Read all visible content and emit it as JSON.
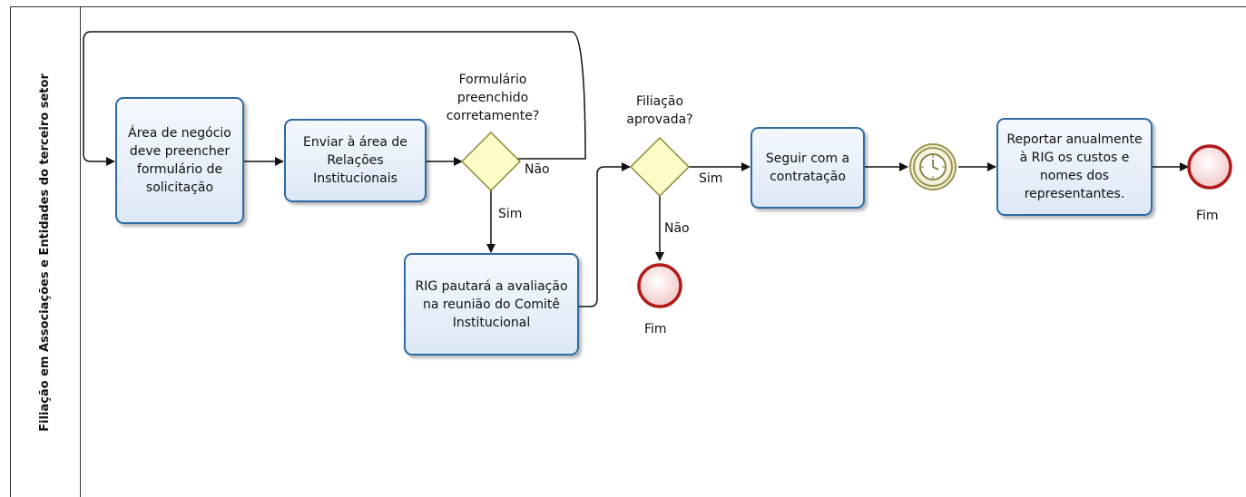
{
  "lane": {
    "label": "Filiação em Associações e Entidades do terceiro setor"
  },
  "tasks": {
    "area_negocio": "Área de negócio deve preencher formulário de solicitação",
    "enviar": "Enviar à área de Relações Institucionais",
    "rig_pautara": "RIG pautará a avaliação na reunião do Comitê Institucional",
    "seguir": "Seguir com a contratação",
    "reportar": "Reportar anualmente à RIG os custos e nomes dos representantes."
  },
  "gateways": {
    "formulario": {
      "question": "Formulário preenchido corretamente?",
      "yes": "Sim",
      "no": "Não"
    },
    "filiacao": {
      "question": "Filiação aprovada?",
      "yes": "Sim",
      "no": "Não"
    }
  },
  "end_events": {
    "fim_1": "Fim",
    "fim_2": "Fim"
  },
  "colors": {
    "task_border": "#2f6aa3",
    "gateway_fill": "#fdfbc6",
    "gateway_border": "#8a8a3a",
    "end_border": "#b21a1a",
    "timer_border": "#9a9750"
  }
}
